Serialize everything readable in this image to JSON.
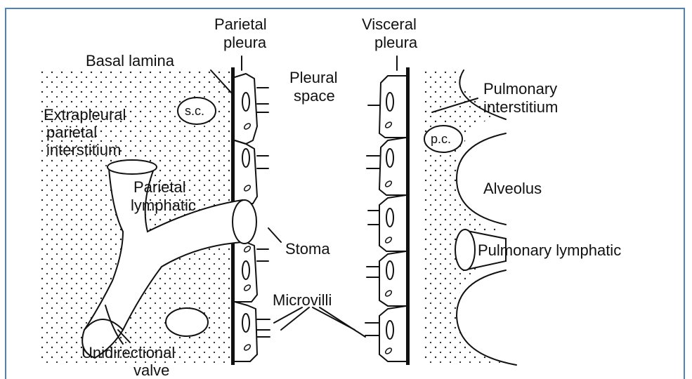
{
  "labels": {
    "parietal_pleura_1": "Parietal",
    "parietal_pleura_2": "pleura",
    "visceral_pleura_1": "Visceral",
    "visceral_pleura_2": "pleura",
    "basal_lamina": "Basal lamina",
    "pleural_space_1": "Pleural",
    "pleural_space_2": "space",
    "pulmonary_interstitium_1": "Pulmonary",
    "pulmonary_interstitium_2": "interstitium",
    "extrapleural_1": "Extrapleural",
    "extrapleural_2": "parietal",
    "extrapleural_3": "interstitium",
    "sc": "s.c.",
    "pc": "p.c.",
    "parietal_lymphatic_1": "Parietal",
    "parietal_lymphatic_2": "lymphatic",
    "alveolus": "Alveolus",
    "stoma": "Stoma",
    "pulmonary_lymphatic": "Pulmonary lymphatic",
    "microvilli": "Microvilli",
    "unidirectional_1": "Unidirectional",
    "unidirectional_2": "valve"
  },
  "colors": {
    "frame_border": "#4f81bd",
    "ink": "#111111"
  }
}
